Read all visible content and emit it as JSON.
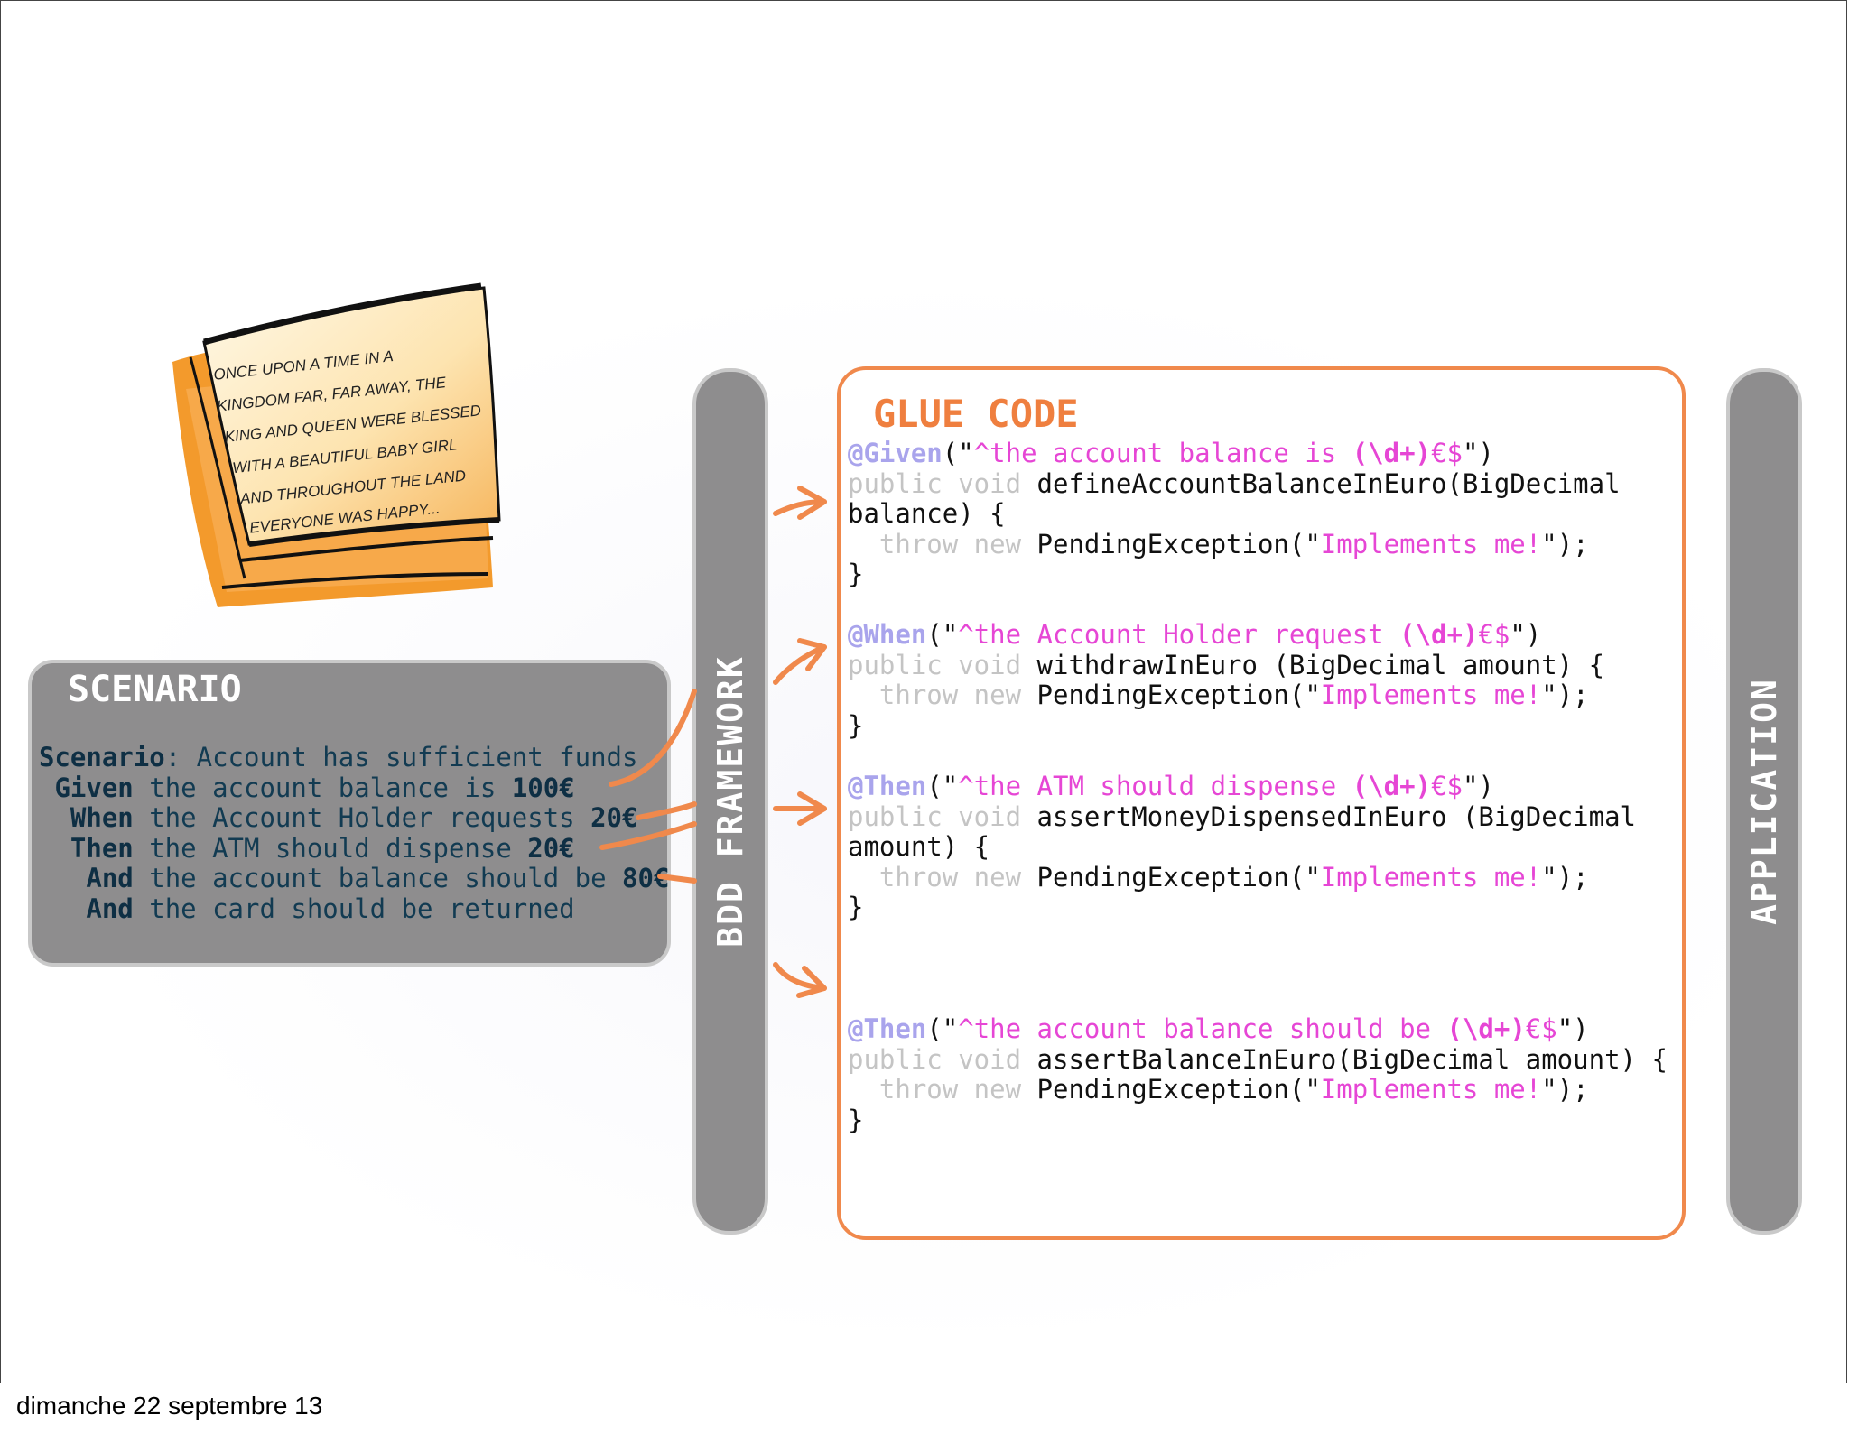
{
  "footer": {
    "date": "dimanche 22 septembre 13"
  },
  "colors": {
    "accent": "#ef7f3f",
    "panel": "#8e8d8e",
    "annotation": "#a9a4ec",
    "string": "#e646d5"
  },
  "storybook": {
    "lines": [
      "ONCE UPON A TIME IN A",
      "KINGDOM FAR, FAR AWAY, THE",
      "KING AND QUEEN WERE BLESSED",
      "WITH A BEAUTIFUL BABY GIRL",
      "AND THROUGHOUT THE LAND",
      "EVERYONE WAS HAPPY..."
    ]
  },
  "scenario": {
    "title": "SCENARIO",
    "lines": [
      {
        "kw": "Scenario",
        "rest": ": Account has sufficient funds",
        "indent": "",
        "value": ""
      },
      {
        "kw": "Given",
        "rest": " the account balance is ",
        "indent": " ",
        "value": "100€"
      },
      {
        "kw": "When",
        "rest": " the Account Holder requests ",
        "indent": "  ",
        "value": "20€"
      },
      {
        "kw": "Then",
        "rest": " the ATM should dispense ",
        "indent": "  ",
        "value": "20€"
      },
      {
        "kw": "And",
        "rest": " the account balance should be ",
        "indent": "   ",
        "value": "80€"
      },
      {
        "kw": "And",
        "rest": " the card should be returned",
        "indent": "   ",
        "value": ""
      }
    ]
  },
  "bdd_framework": {
    "label": "BDD FRAMEWORK"
  },
  "application": {
    "label": "APPLICATION"
  },
  "glue": {
    "title": "GLUE CODE",
    "given": {
      "anno": "@Given",
      "p1": "(\"",
      "s1": "^the account balance is ",
      "sb": "(\\d+)",
      "s2": "€$",
      "p2": "\")",
      "mod": "public void",
      "sig1": " defineAccountBalanceInEuro(BigDecimal",
      "sig2": "balance) {",
      "thr": "  throw new",
      "exc1": " PendingException(\"",
      "msg": "Implements me!",
      "exc2": "\");",
      "close": "}"
    },
    "when": {
      "anno": "@When",
      "p1": "(\"",
      "s1": "^the Account Holder request ",
      "sb": "(\\d+)",
      "s2": "€$",
      "p2": "\")",
      "mod": "public void",
      "sig1": " withdrawInEuro (BigDecimal amount) {",
      "thr": "  throw new",
      "exc1": " PendingException(\"",
      "msg": "Implements me!",
      "exc2": "\");",
      "close": "}"
    },
    "then1": {
      "anno": "@Then",
      "p1": "(\"",
      "s1": "^the ATM should dispense ",
      "sb": "(\\d+)",
      "s2": "€$",
      "p2": "\")",
      "mod": "public void",
      "sig1": " assertMoneyDispensedInEuro (BigDecimal",
      "sig2": "amount) {",
      "thr": "  throw new",
      "exc1": " PendingException(\"",
      "msg": "Implements me!",
      "exc2": "\");",
      "close": "}"
    },
    "then2": {
      "anno": "@Then",
      "p1": "(\"",
      "s1": "^the account balance should be ",
      "sb": "(\\d+)",
      "s2": "€$",
      "p2": "\")",
      "mod": "public void",
      "sig1": " assertBalanceInEuro(BigDecimal amount) {",
      "thr": "  throw new",
      "exc1": " PendingException(\"",
      "msg": "Implements me!",
      "exc2": "\");",
      "close": "}"
    }
  }
}
